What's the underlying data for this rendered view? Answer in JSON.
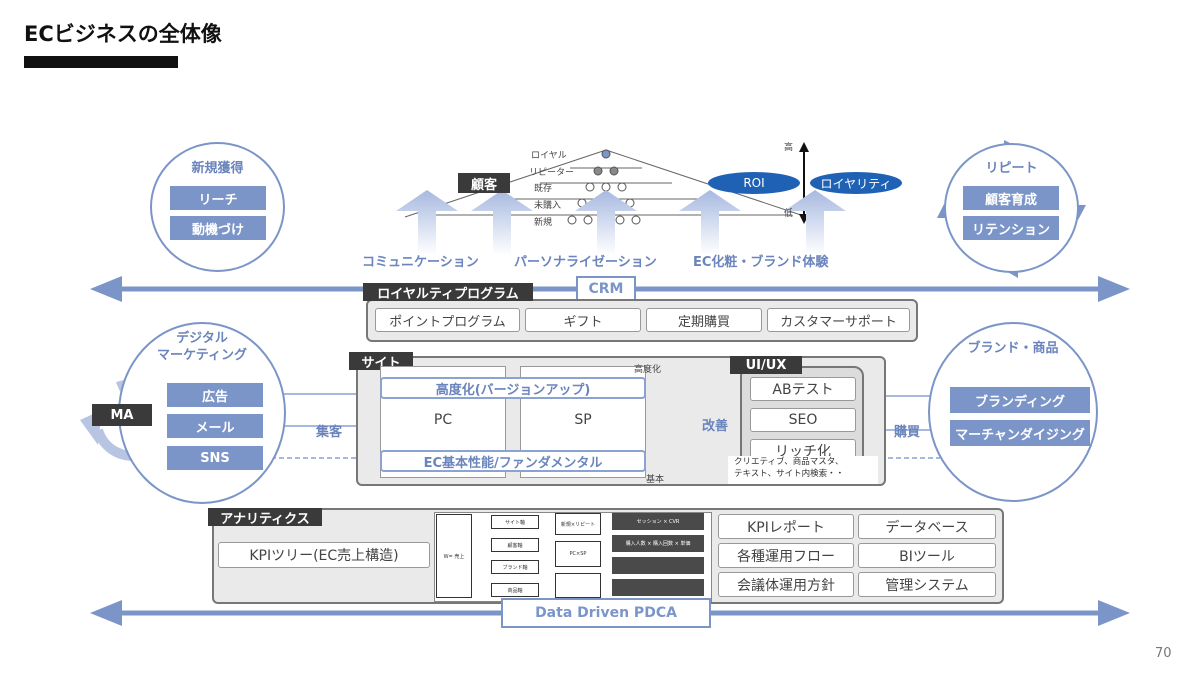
{
  "title": "ECビジネスの全体像",
  "page_number": "70",
  "acquisition": {
    "title": "新規獲得",
    "items": [
      "リーチ",
      "動機づけ"
    ]
  },
  "repeat": {
    "title": "リピート",
    "items": [
      "顧客育成",
      "リテンション"
    ]
  },
  "pyramid": {
    "label": "顧客",
    "levels": [
      "ロイヤル",
      "リピーター",
      "既存",
      "未購入",
      "新規"
    ],
    "axis_high": "高",
    "axis_low": "低",
    "roi": "ROI",
    "loyalty": "ロイヤリティ"
  },
  "arrow_labels": [
    "コミュニケーション",
    "パーソナライゼーション",
    "EC化粧・ブランド体験"
  ],
  "crm": "CRM",
  "loyalty_program": {
    "label": "ロイヤルティプログラム",
    "items": [
      "ポイントプログラム",
      "ギフト",
      "定期購買",
      "カスタマーサポート"
    ]
  },
  "digital_marketing": {
    "title": "デジタル\nマーケティング",
    "items": [
      "広告",
      "メール",
      "SNS"
    ],
    "ma": "MA"
  },
  "site": {
    "label": "サイト",
    "top_bar": "高度化(バージョンアップ)",
    "bottom_bar": "EC基本性能/ファンダメンタル",
    "pc": "PC",
    "sp": "SP",
    "axis_top": "高度化",
    "axis_bottom": "基本",
    "kaizen": "改善"
  },
  "shukyaku": "集客",
  "konyu": "購買",
  "uiux": {
    "label": "UI/UX",
    "items": [
      "ABテスト",
      "SEO",
      "リッチ化"
    ],
    "note": "クリエティブ、商品マスタ、\nテキスト、サイト内検索・・"
  },
  "brand": {
    "title": "ブランド・商品",
    "items": [
      "ブランディング",
      "マーチャンダイジング"
    ]
  },
  "analytics": {
    "label": "アナリティクス",
    "kpi_tree": "KPIツリー(EC売上構造)",
    "tree_root": "W= 売上",
    "tree_col1": [
      "サイト軸",
      "顧客軸",
      "ブランド軸",
      "商品軸"
    ],
    "tree_col2": [
      "新規×リピート",
      "PC×SP"
    ],
    "tree_col3": [
      "セッション × CVR",
      "購入人数 × 購入回数 × 単価"
    ],
    "grid": [
      "KPIレポート",
      "データベース",
      "各種運用フロー",
      "BIツール",
      "会議体運用方針",
      "管理システム"
    ]
  },
  "pdca": "Data Driven PDCA"
}
